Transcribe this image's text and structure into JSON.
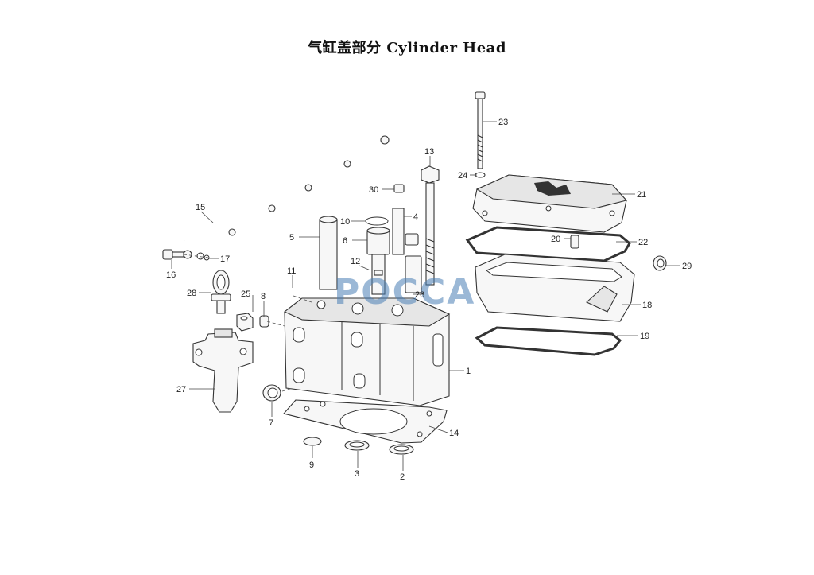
{
  "title": "气缸盖部分  Cylinder Head",
  "watermark": "POCCA",
  "callouts": [
    "1",
    "2",
    "3",
    "4",
    "5",
    "6",
    "7",
    "8",
    "9",
    "10",
    "11",
    "12",
    "13",
    "14",
    "15",
    "16",
    "17",
    "18",
    "19",
    "20",
    "21",
    "22",
    "23",
    "24",
    "25",
    "26",
    "27",
    "28",
    "29",
    "30"
  ]
}
